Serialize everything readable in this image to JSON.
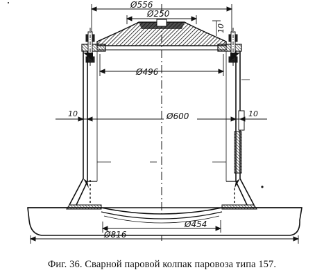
{
  "figure": {
    "caption": "Фиг. 36. Сварной паровой колпак паровоза типа 157."
  },
  "dimensions": {
    "outer_flange_dia": "Ø556",
    "inner_opening_dia": "Ø250",
    "small_height": "10",
    "cover_inner_dia": "Ø496",
    "body_dia": "Ø600",
    "wall_left": "10",
    "wall_right": "10",
    "base_inner_dia": "Ø454",
    "base_outer_dia": "Ø816"
  }
}
